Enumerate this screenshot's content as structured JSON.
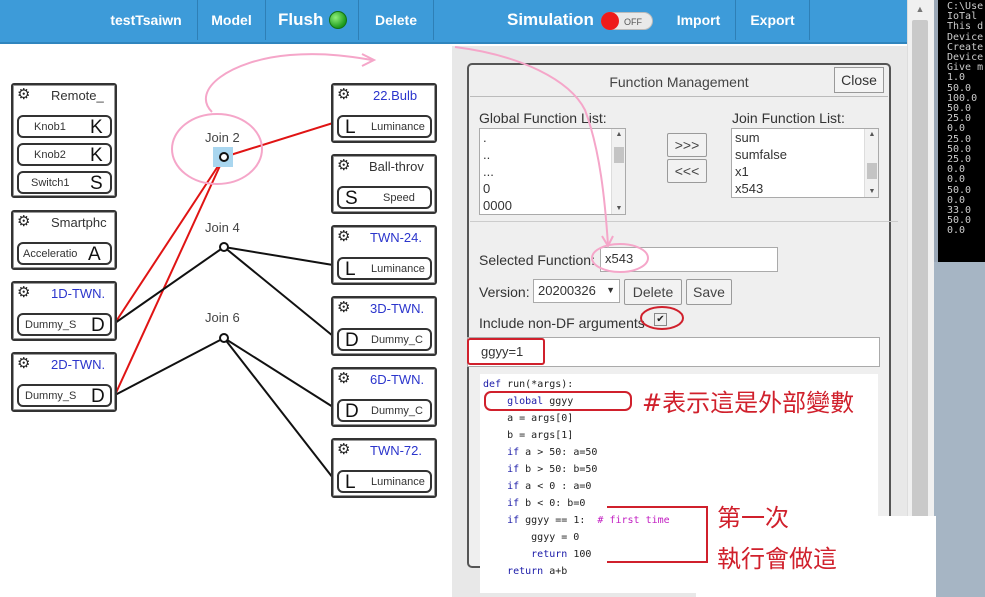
{
  "nav": {
    "items": [
      {
        "label": "testTsaiwn"
      },
      {
        "label": "Model"
      },
      {
        "label": "Flush"
      },
      {
        "label": "Delete"
      },
      {
        "label": "Simulation"
      },
      {
        "label": "Import"
      },
      {
        "label": "Export"
      }
    ],
    "sim_toggle": "OFF",
    "flush_indicator_color": "#22aa22"
  },
  "console": {
    "lines": [
      "C:\\Use",
      "IoTal",
      "This d",
      "Device",
      "Create",
      "Device",
      "Give m",
      "1.0",
      "50.0",
      "100.0",
      "50.0",
      "25.0",
      "0.0",
      "25.0",
      "50.0",
      "25.0",
      "0.0",
      "0.0",
      "50.0",
      "0.0",
      "33.0",
      "50.0",
      "0.0"
    ]
  },
  "nodes": {
    "remote": {
      "title": "Remote_",
      "features": [
        {
          "label": "Knob1",
          "letter": "K"
        },
        {
          "label": "Knob2",
          "letter": "K"
        },
        {
          "label": "Switch1",
          "letter": "S"
        }
      ]
    },
    "smartphone": {
      "title": "Smartphc",
      "features": [
        {
          "label": "Acceleratio",
          "letter": "A"
        }
      ]
    },
    "d1": {
      "title": "1D-TWN.",
      "features": [
        {
          "label": "Dummy_S",
          "letter": "D"
        }
      ]
    },
    "d2": {
      "title": "2D-TWN.",
      "features": [
        {
          "label": "Dummy_S",
          "letter": "D"
        }
      ]
    },
    "bulb": {
      "title": "22.Bulb",
      "features": [
        {
          "label": "Luminance",
          "letter": "L"
        }
      ]
    },
    "ball": {
      "title": "Ball-throv",
      "features": [
        {
          "label": "Speed",
          "letter": "S"
        }
      ]
    },
    "twn24": {
      "title": "TWN-24.",
      "features": [
        {
          "label": "Luminance",
          "letter": "L"
        }
      ]
    },
    "d3": {
      "title": "3D-TWN.",
      "features": [
        {
          "label": "Dummy_C",
          "letter": "D"
        }
      ]
    },
    "d6": {
      "title": "6D-TWN.",
      "features": [
        {
          "label": "Dummy_C",
          "letter": "D"
        }
      ]
    },
    "twn72": {
      "title": "TWN-72.",
      "features": [
        {
          "label": "Luminance",
          "letter": "L"
        }
      ]
    }
  },
  "joins": {
    "j2": "Join 2",
    "j4": "Join 4",
    "j6": "Join 6"
  },
  "panel": {
    "title": "Function Management",
    "close": "Close",
    "global_list_label": "Global Function List:",
    "global_list": [
      ".",
      "..",
      "...",
      "0",
      "0000"
    ],
    "join_list_label": "Join Function List:",
    "join_list": [
      "sum",
      "sumfalse",
      "x1",
      "x543"
    ],
    "move_right": ">>>",
    "move_left": "<<<",
    "selected_label": "Selected Function:",
    "selected_value": "x543",
    "version_label": "Version:",
    "version_value": "20200326",
    "delete": "Delete",
    "save": "Save",
    "include_label": "Include non-DF arguments",
    "include_checked": "✔",
    "args_value": "ggyy=1"
  },
  "code": {
    "lines": [
      {
        "kw": "def ",
        "pl": "run(*args):",
        "cm": ""
      },
      {
        "kw": "    global ",
        "pl": "ggyy",
        "cm": ""
      },
      {
        "kw": "",
        "pl": "    a = args[0]",
        "cm": ""
      },
      {
        "kw": "",
        "pl": "    b = args[1]",
        "cm": ""
      },
      {
        "kw": "    if ",
        "pl": "a > 50: a=50",
        "cm": ""
      },
      {
        "kw": "    if ",
        "pl": "b > 50: b=50",
        "cm": ""
      },
      {
        "kw": "    if ",
        "pl": "a < 0 : a=0",
        "cm": ""
      },
      {
        "kw": "    if ",
        "pl": "b < 0: b=0",
        "cm": ""
      },
      {
        "kw": "    if ",
        "pl": "ggyy == 1:  ",
        "cm": "# first time"
      },
      {
        "kw": "",
        "pl": "        ggyy = 0",
        "cm": ""
      },
      {
        "kw": "        return ",
        "pl": "100",
        "cm": ""
      },
      {
        "kw": "    return ",
        "pl": "a+b",
        "cm": ""
      }
    ]
  },
  "annotations": {
    "external_var": "#表示這是外部變數",
    "first_time_1": "第一次",
    "first_time_2": "執行會做這"
  },
  "colors": {
    "nav": "#3d9bd9",
    "annotation": "#d0202c",
    "pink": "#f5a6c9",
    "link_red": "#e11a1a"
  }
}
